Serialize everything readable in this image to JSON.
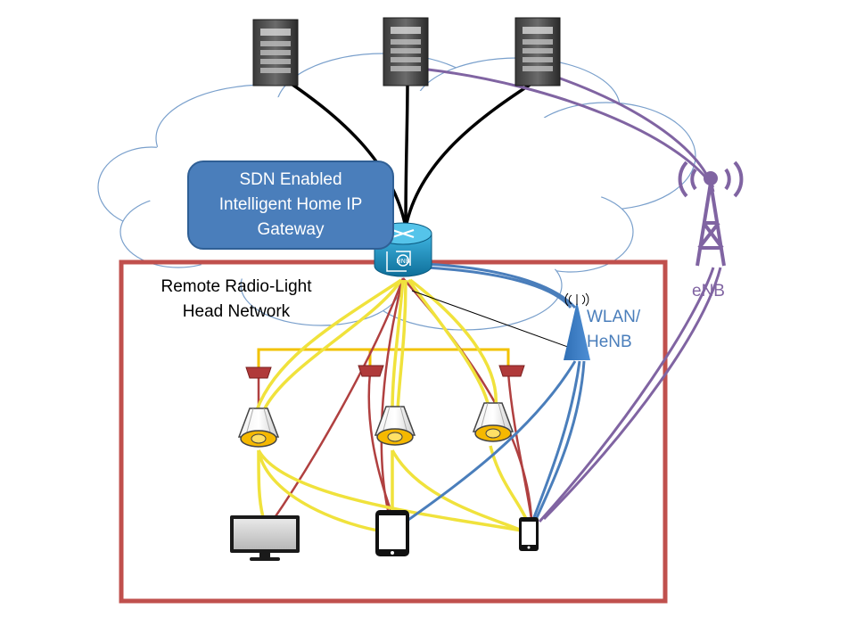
{
  "gateway": {
    "lines": [
      "SDN Enabled",
      "Intelligent Home IP",
      "Gateway"
    ],
    "color": "#4a7ebb"
  },
  "hub": {
    "label": "HNB",
    "color": "#1b8fbf"
  },
  "rrh_network": {
    "lines": [
      "Remote Radio-Light",
      "Head Network"
    ],
    "border_color": "#c0504d"
  },
  "wlan": {
    "lines": [
      "WLAN/",
      "HeNB"
    ],
    "color": "#4a7ebb"
  },
  "enb": {
    "label": "eNB",
    "color": "#8064a2"
  },
  "servers": [
    {
      "name": "server-left"
    },
    {
      "name": "server-center"
    },
    {
      "name": "server-right"
    }
  ],
  "lamps": [
    {
      "name": "lamp-left"
    },
    {
      "name": "lamp-center"
    },
    {
      "name": "lamp-right"
    }
  ],
  "devices": [
    {
      "name": "monitor",
      "icon": "monitor-icon"
    },
    {
      "name": "tablet",
      "icon": "tablet-icon"
    },
    {
      "name": "smartphone",
      "icon": "smartphone-icon"
    }
  ],
  "link_colors": {
    "wired_backhaul": "#000000",
    "light_link": "#f0e23c",
    "radio_link": "#b04040",
    "wlan_link": "#4a7ebb",
    "enb_link": "#8064a2",
    "power_bus": "#f2c200"
  }
}
